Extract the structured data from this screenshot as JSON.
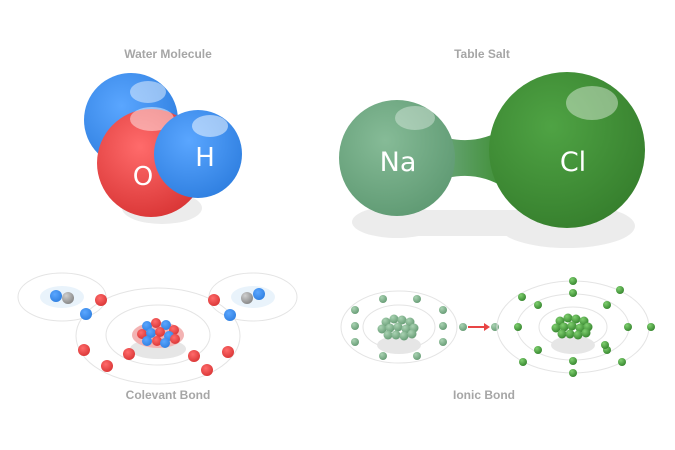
{
  "panels": {
    "water": {
      "title": "Water Molecule",
      "atom_o": "O",
      "atom_h": "H"
    },
    "salt": {
      "title": "Table Salt",
      "atom_na": "Na",
      "atom_cl": "Cl"
    },
    "covalent": {
      "title": "Colevant Bond"
    },
    "ionic": {
      "title": "Ionic Bond"
    }
  },
  "colors": {
    "oxygen": "#e84545",
    "hydrogen": "#3d8be8",
    "sodium": "#6fa882",
    "chlorine": "#3f8f35",
    "label": "#a6a6a6",
    "arrow": "#e84545"
  },
  "icons": {
    "transfer_arrow": "right-arrow-icon"
  }
}
